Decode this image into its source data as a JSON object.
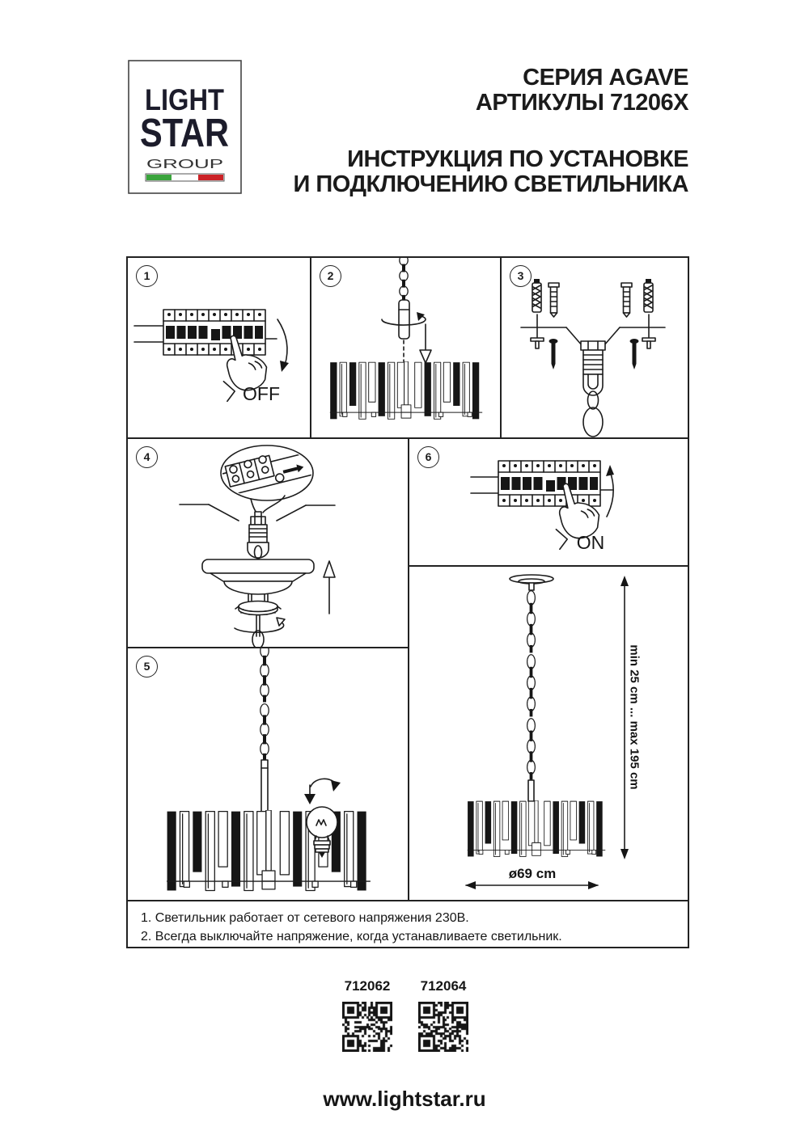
{
  "header": {
    "logo": {
      "line1": "LIGHT",
      "line2": "STAR",
      "line3": "GROUP"
    },
    "series": "СЕРИЯ AGAVE",
    "articles": "АРТИКУЛЫ 71206X",
    "instruction_line1": "ИНСТРУКЦИЯ ПО УСТАНОВКЕ",
    "instruction_line2": "И ПОДКЛЮЧЕНИЮ СВЕТИЛЬНИКА"
  },
  "panels": {
    "p1": {
      "number": "1",
      "label": "OFF"
    },
    "p2": {
      "number": "2"
    },
    "p3": {
      "number": "3"
    },
    "p4": {
      "number": "4"
    },
    "p5": {
      "number": "5"
    },
    "p6": {
      "number": "6",
      "label": "ON"
    },
    "dim": {
      "vertical_label": "min 25 cm ... max 195 cm",
      "diameter_label": "ø69 cm"
    }
  },
  "notes": {
    "line1": "1. Светильник работает от сетевого напряжения 230В.",
    "line2": "2. Всегда выключайте напряжение, когда устанавливаете светильник."
  },
  "footer": {
    "products": [
      {
        "article": "712062"
      },
      {
        "article": "712064"
      }
    ],
    "website": "www.lightstar.ru"
  },
  "colors": {
    "ink": "#1c1c1c",
    "flag_green": "#3aa43c",
    "flag_red": "#cb2227"
  }
}
